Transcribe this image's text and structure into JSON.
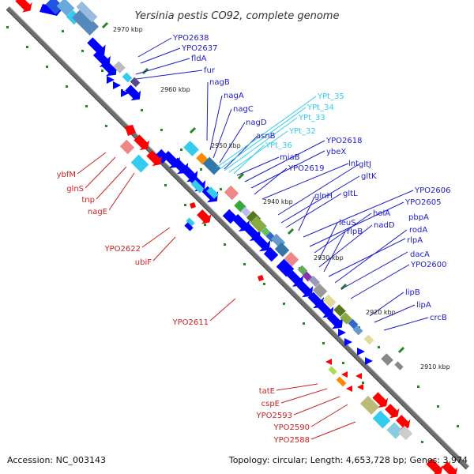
{
  "title": "Yersinia pestis CO92, complete genome",
  "footer": {
    "accession": "Accession: NC_003143",
    "topology": "Topology: circular; Length: 4,653,728 bp; Genes: 3,974"
  },
  "colors": {
    "forward_gene": "#0000ff",
    "reverse_gene": "#ff0000",
    "trna": "#33ccff",
    "label_blue": "#1c1cc8",
    "label_red": "#cc2222",
    "label_cyan": "#33ccee",
    "tick": "#228822"
  },
  "positions_kbp": {
    "p2970": "2970 kbp",
    "p2960": "2960 kbp",
    "p2950": "2950 kbp",
    "p2940": "2940 kbp",
    "p2930": "2930 kbp",
    "p2920": "2920 kbp",
    "p2910": "2910 kbp"
  },
  "labels": {
    "YPO2638": "YPO2638",
    "YPO2637": "YPO2637",
    "fldA": "fldA",
    "fur": "fur",
    "nagB": "nagB",
    "nagA": "nagA",
    "nagC": "nagC",
    "nagD": "nagD",
    "asnB": "asnB",
    "YPt_35": "YPt_35",
    "YPt_34": "YPt_34",
    "YPt_33": "YPt_33",
    "YPt_32": "YPt_32",
    "YPt_36": "YPt_36",
    "YPO2618": "YPO2618",
    "ybeX": "ybeX",
    "miaB": "miaB",
    "YPO2619": "YPO2619",
    "lnt": "lnt",
    "gltJ": "gltJ",
    "gltK": "gltK",
    "gltL": "gltL",
    "glnH": "glnH",
    "YPO2606": "YPO2606",
    "YPO2605": "YPO2605",
    "holA": "holA",
    "leuS": "leuS",
    "nadD": "nadD",
    "rlpB": "rlpB",
    "pbpA": "pbpA",
    "rodA": "rodA",
    "rlpA": "rlpA",
    "dacA": "dacA",
    "YPO2600": "YPO2600",
    "lipB": "lipB",
    "lipA": "lipA",
    "crcB": "crcB",
    "ybfM": "ybfM",
    "glnS": "glnS",
    "tnp": "tnp",
    "nagE": "nagE",
    "YPO2622": "YPO2622",
    "ubiF": "ubiF",
    "YPO2611": "YPO2611",
    "tatE": "tatE",
    "cspE": "cspE",
    "YPO2593": "YPO2593",
    "YPO2590": "YPO2590",
    "YPO2588": "YPO2588"
  }
}
